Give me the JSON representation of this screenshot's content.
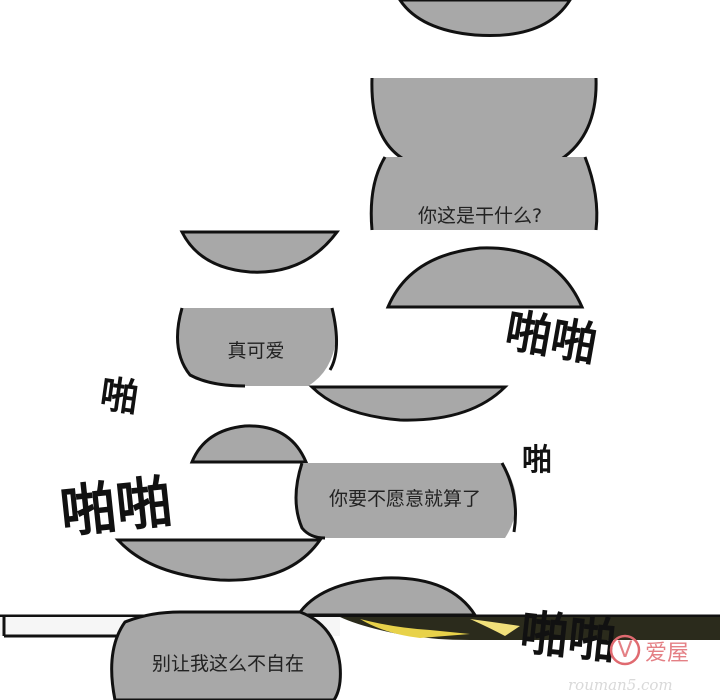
{
  "bubbles": [
    {
      "id": "bubble-what-are-you-doing",
      "text": "你这是干什么?"
    },
    {
      "id": "bubble-so-cute",
      "text": "真可爱"
    },
    {
      "id": "bubble-forget-it",
      "text": "你要不愿意就算了"
    },
    {
      "id": "bubble-dont-be-awkward",
      "text": "别让我这么不自在"
    }
  ],
  "sfx": {
    "pa_right": "啪啪",
    "pa_left": "啪啪",
    "pa_left_cut": "啪",
    "pa_right_cut": "啪",
    "pa_bottom": "啪啪"
  },
  "watermark": {
    "brand": "爱屋",
    "badge": "V",
    "sub": "rouman5.com"
  },
  "colors": {
    "bubble_fill": "#a8a8a8",
    "bubble_stroke": "#111111",
    "background": "#ffffff",
    "watermark": "#e06a70"
  }
}
